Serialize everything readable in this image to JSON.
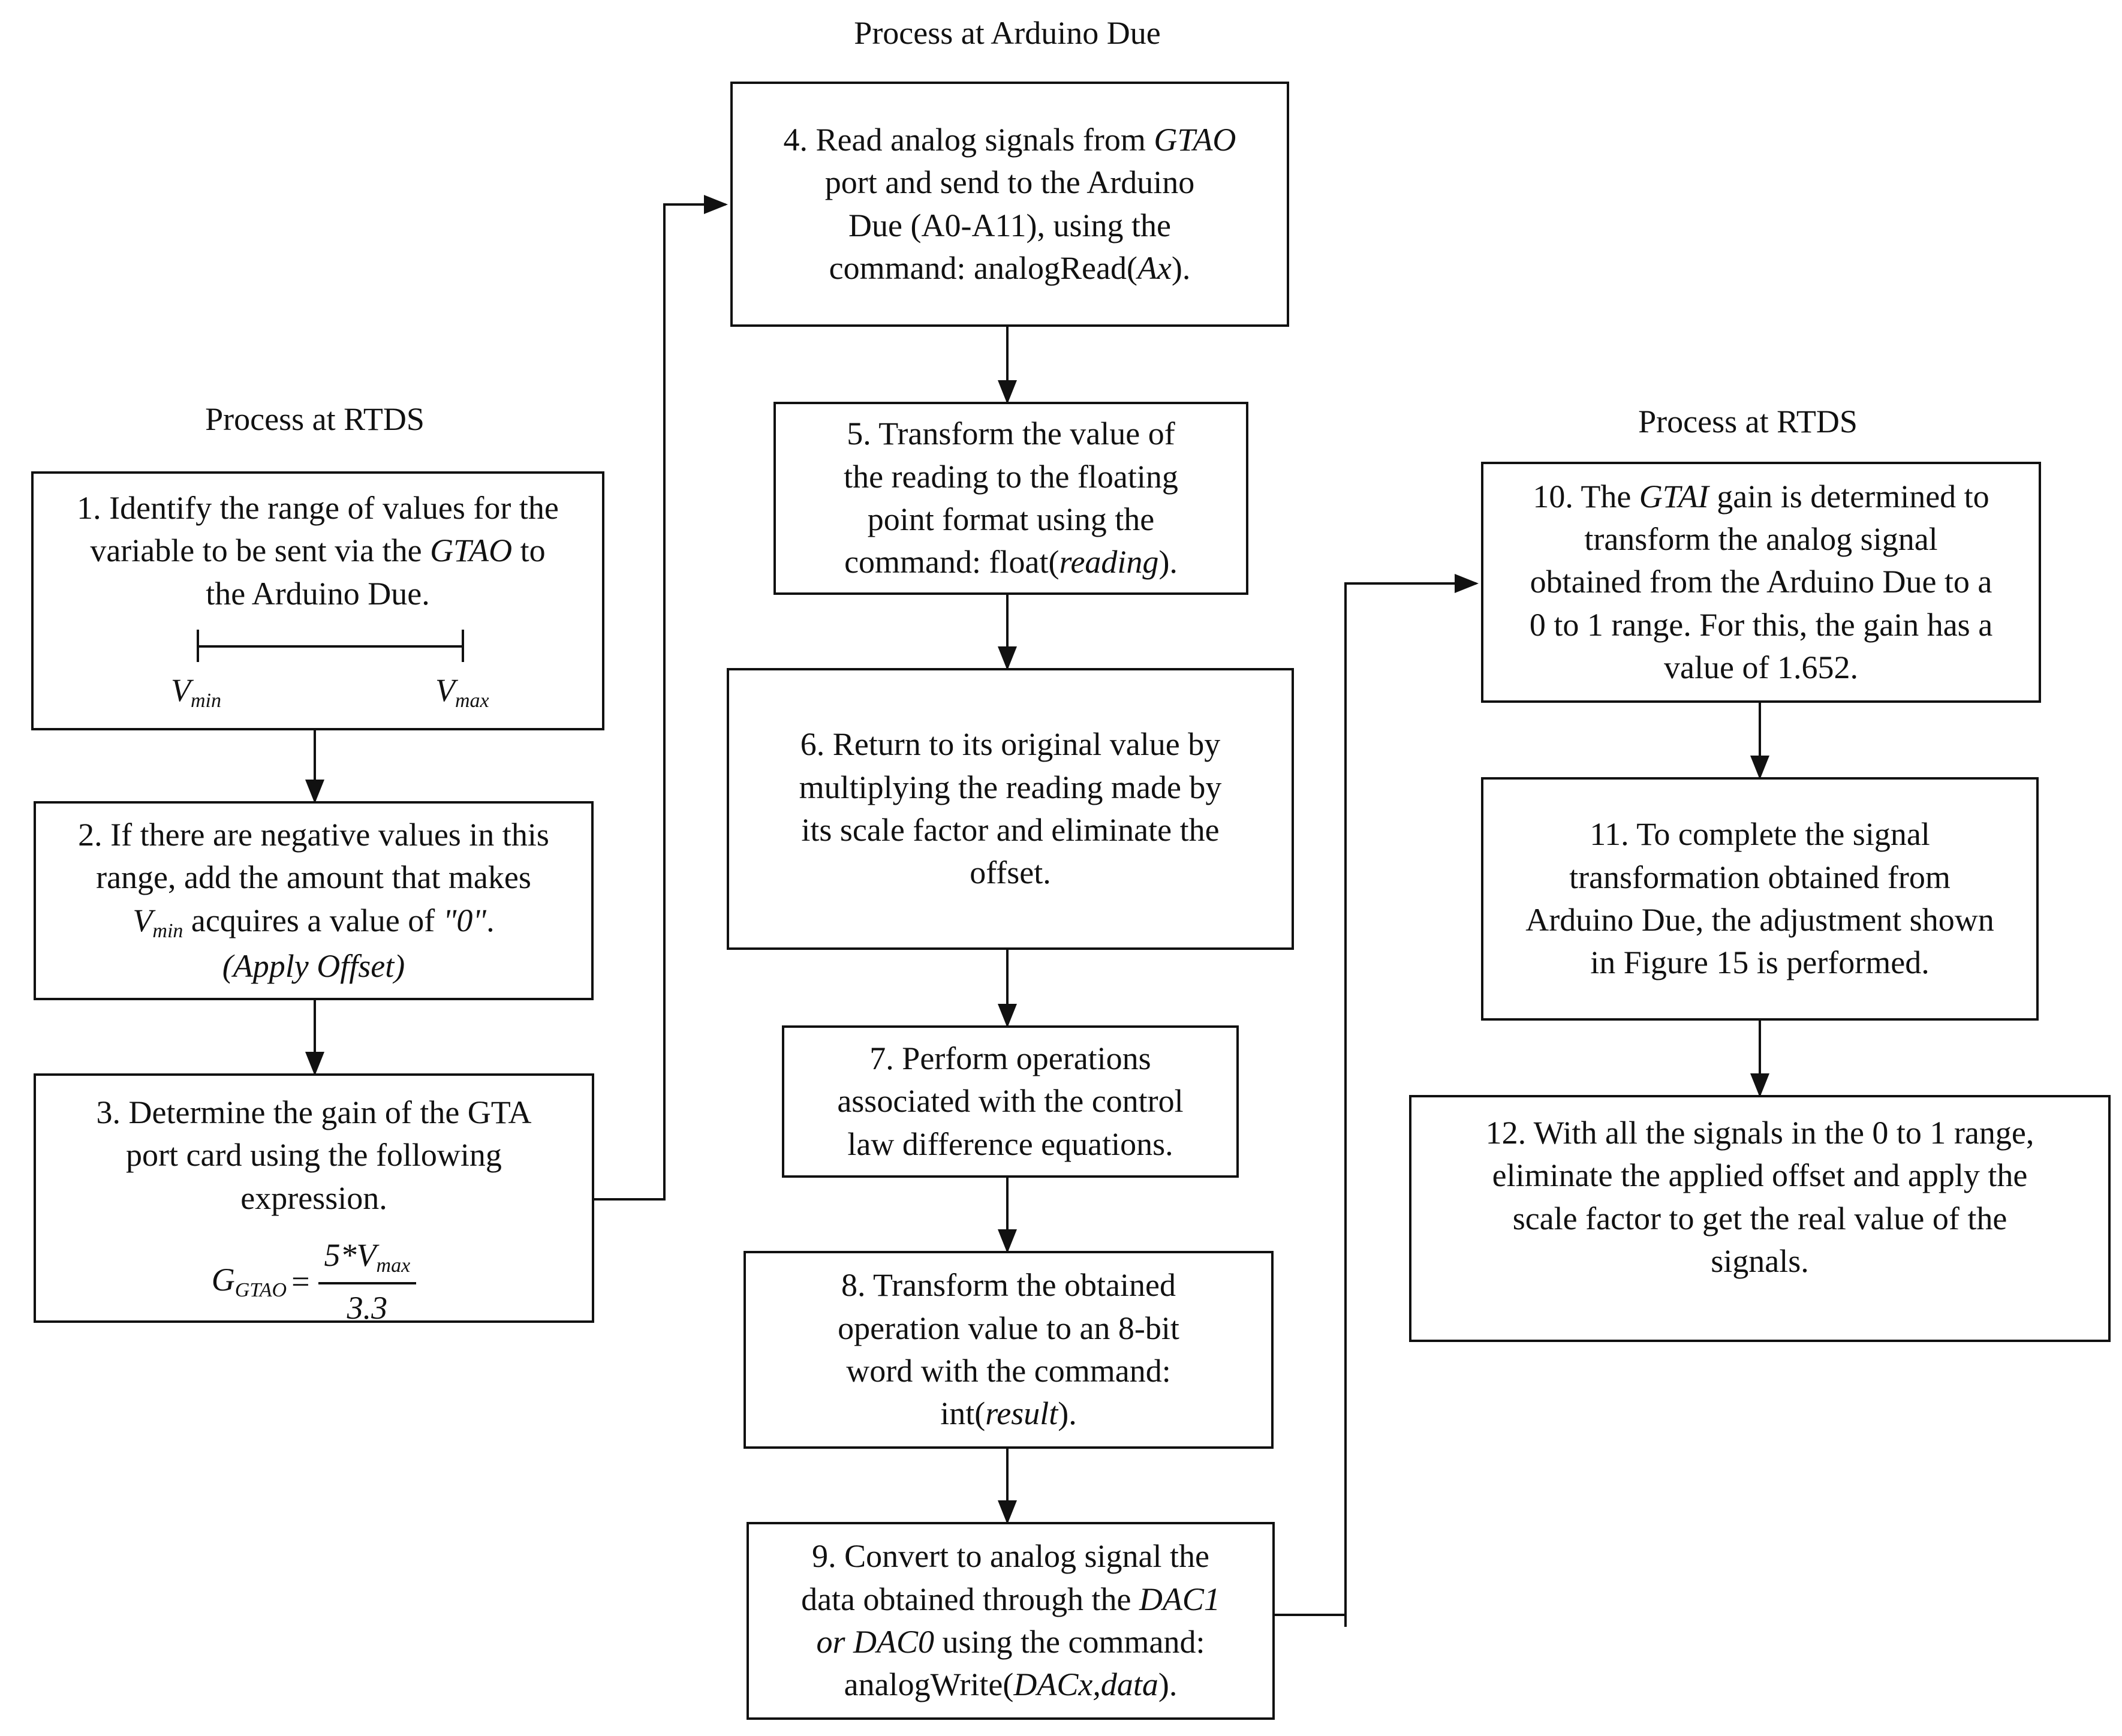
{
  "titles": {
    "arduino": "Process at Arduino Due",
    "rtds_left": "Process at RTDS",
    "rtds_right": "Process at RTDS"
  },
  "steps": {
    "s1": {
      "l1": "1. Identify the range of values for the",
      "l2a": "variable to be sent via the ",
      "l2b": "GTAO",
      "l2c": " to",
      "l3": "the Arduino Due.",
      "vmin_main": "V",
      "vmin_sub": "min",
      "vmax_main": "V",
      "vmax_sub": "max"
    },
    "s2": {
      "l1": "2. If there are negative values in this",
      "l2": "range, add the amount that makes",
      "l3_v": "V",
      "l3_sub": "min",
      "l3_mid": " acquires a value of ",
      "l3_zero": "\"0\"",
      "l3_end": ".",
      "l4": "(Apply Offset)"
    },
    "s3": {
      "l1": "3. Determine the gain of the GTA",
      "l2": "port card using the following",
      "l3": "expression.",
      "g_main": "G",
      "g_sub": "GTAO",
      "eq": " =",
      "num_main": "5*V",
      "num_sub": "max",
      "den": "3.3"
    },
    "s4": {
      "l1a": "4. Read analog signals from ",
      "l1b": "GTAO",
      "l2": "port and send to the Arduino",
      "l3": "Due (A0-A11), using the",
      "l4a": "command: analogRead(",
      "l4b": "Ax",
      "l4c": ")."
    },
    "s5": {
      "l1": "5. Transform the value of",
      "l2": "the reading to the floating",
      "l3": "point format using the",
      "l4a": "command: float(",
      "l4b": "reading",
      "l4c": ")."
    },
    "s6": {
      "l1": "6. Return to its original value by",
      "l2": "multiplying the reading made by",
      "l3": "its scale factor and eliminate the",
      "l4": "offset."
    },
    "s7": {
      "l1": "7. Perform operations",
      "l2": "associated with the control",
      "l3": "law difference equations."
    },
    "s8": {
      "l1": "8. Transform the obtained",
      "l2": "operation value to an 8-bit",
      "l3": "word with the command:",
      "l4a": "int(",
      "l4b": "result",
      "l4c": ")."
    },
    "s9": {
      "l1": "9. Convert to analog signal the",
      "l2a": "data obtained through the ",
      "l2b": "DAC1",
      "l3a": "or DAC0",
      "l3b": " using the command:",
      "l4a": "analogWrite(",
      "l4b": "DACx,data",
      "l4c": ")."
    },
    "s10": {
      "l1a": "10. The ",
      "l1b": "GTAI",
      "l1c": " gain is determined to",
      "l2": "transform the analog signal",
      "l3": "obtained from the Arduino Due to a",
      "l4": "0 to 1 range. For this, the gain has a",
      "l5": "value of 1.652."
    },
    "s11": {
      "l1": "11. To complete the signal",
      "l2": "transformation obtained from",
      "l3": "Arduino Due, the adjustment shown",
      "l4": "in Figure 15 is performed."
    },
    "s12": {
      "l1": "12. With all the signals in the 0 to 1 range,",
      "l2": "eliminate the applied offset and apply the",
      "l3": "scale factor to get the real value of the",
      "l4": "signals."
    }
  }
}
